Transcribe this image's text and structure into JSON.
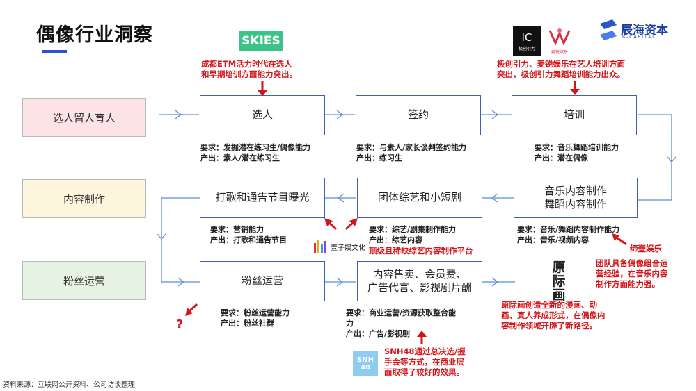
{
  "title": "偶像行业洞察",
  "source": "资料来源：互联网公开资料、公司访谈整理",
  "stages": {
    "stage1": "选人留人育人",
    "stage2": "内容制作",
    "stage3": "粉丝运营"
  },
  "colors": {
    "accent": "#2b4fd8",
    "box_border": "#3a62b8",
    "red": "#d3161b",
    "stage1_bg": "#fde3e5",
    "stage2_bg": "#fdf5dc",
    "stage3_bg": "#e6f3e2"
  },
  "row1": {
    "box1": {
      "label": "选人",
      "req": "要求：发掘潜在练习生/偶像能力",
      "out": "产出：素人/潜在练习生"
    },
    "box2": {
      "label": "签约",
      "req": "要求：与素人/家长谈判签约能力",
      "out": "产出：练习生"
    },
    "box3": {
      "label": "培训",
      "req": "要求：音乐舞蹈培训能力",
      "out": "产出：潜在偶像"
    }
  },
  "row2": {
    "box1": {
      "label": "打歌和通告节目曝光",
      "req": "要求：营销能力",
      "out": "产出：打歌和通告节目"
    },
    "box2": {
      "label": "团体综艺和小短剧",
      "req": "要求：综艺/剧集制作能力",
      "out": "产出：综艺内容"
    },
    "box3": {
      "label1": "音乐内容制作",
      "label2": "舞蹈内容制作",
      "req": "要求：音乐/舞蹈内容制作能力",
      "out": "产出：音乐/视频内容"
    }
  },
  "row3": {
    "box1": {
      "label": "粉丝运营",
      "req": "要求：粉丝运营能力",
      "out": "产出：粉丝社群"
    },
    "box2": {
      "label1": "内容售卖、会员费、",
      "label2": "广告代言、影视剧片酬",
      "req1": "要求：商业运营/资源获取整合能",
      "req2": "力",
      "out": "产出：广告/影视剧"
    }
  },
  "notes": {
    "etm1": "成都ETM活力时代在选人",
    "etm2": "和早期培训方面能力突出。",
    "jc1": "极创引力、麦锐娱乐在艺人培训方面",
    "jc2": "突出，极创引力舞蹈培训能力出众。",
    "hz": "顶级且稀缺综艺内容制作平台",
    "tianyi_title": "缔壹娱乐",
    "tianyi1": "团队具备偶像组合运",
    "tianyi2": "营经验，在音乐内容",
    "tianyi3": "制作方面能力强。",
    "yhh1": "原际画创造全新的漫画、动",
    "yhh2": "画、真人养成形式，在偶像内",
    "yhh3": "容制作领域开辟了新路径。",
    "snh1": "SNH48通过总决选/握",
    "snh2": "手会等方式，在商业层",
    "snh3": "面取得了较好的效果。",
    "question": "?"
  },
  "logos": {
    "skies": "SKIES",
    "jc": "IC",
    "jc_sub": "极创引力",
    "mr_sub": "麦锐娱乐",
    "chenhai": "辰海资本",
    "chenhai_sub": "B-CAPITAL",
    "hz": "壹子娱文化",
    "yhh": "原际画",
    "snh": "SNH 48"
  }
}
